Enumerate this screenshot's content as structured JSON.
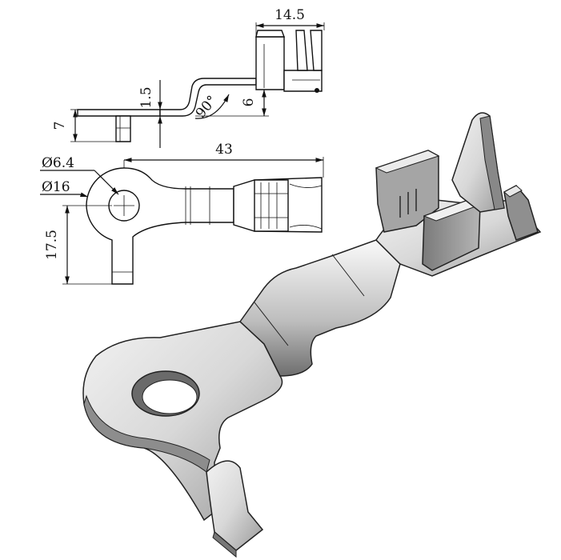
{
  "dimensions": {
    "width_top": "14.5",
    "offset_height": "1.5",
    "angle": "90°",
    "crimp_height": "6",
    "thickness": "7",
    "overall_length": "43",
    "hole_diameter": "Ø6.4",
    "ring_diameter": "Ø16",
    "ring_to_tab": "17.5"
  }
}
